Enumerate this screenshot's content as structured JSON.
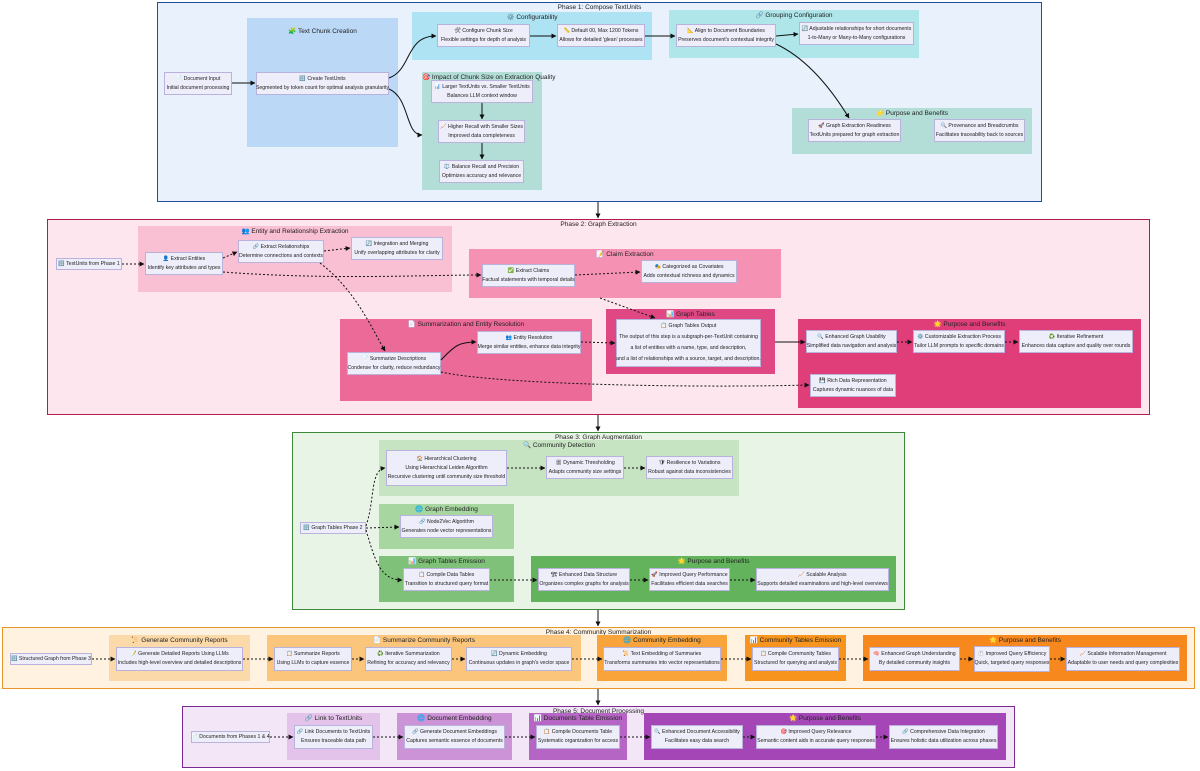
{
  "colors": {
    "phase1_bg": "#e8f1fc",
    "phase1_border": "#1f4e9a",
    "phase2_bg": "#fde6ee",
    "phase2_border": "#b01c4d",
    "phase3_bg": "#e8f4e6",
    "phase3_border": "#3f8a3a",
    "phase4_bg": "#fff2e0",
    "phase4_border": "#e8952a",
    "phase5_bg": "#f3e6f6",
    "phase5_border": "#7a2b91",
    "node_bg": "#eeedfa",
    "node_border": "#b8b2dc"
  },
  "phases": {
    "p1": "Phase 1: Compose TextUnits",
    "p2": "Phase 2: Graph Extraction",
    "p3": "Phase 3: Graph Augmentation",
    "p4": "Phase 4: Community Summarization",
    "p5": "Phase 5: Document Processing"
  },
  "subgroups": {
    "text_chunk": "🧩 Text Chunk Creation",
    "configurability": "⚙️ Configurability",
    "impact": "🎯 Impact of Chunk Size on Extraction Quality",
    "grouping": "🔗 Grouping Configuration",
    "p1_purpose": "🌟 Purpose and Benefits",
    "entity_rel": "👥 Entity and Relationship Extraction",
    "claim": "📝 Claim Extraction",
    "summ_res": "📄 Summarization and Entity Resolution",
    "graph_tables": "📊 Graph Tables",
    "p2_purpose": "🌟 Purpose and Benefits",
    "community_det": "🔍 Community Detection",
    "graph_emb": "🌐 Graph Embedding",
    "graph_tables_em": "📊 Graph Tables Emission",
    "p3_purpose": "🌟 Purpose and Benefits",
    "gen_reports": "📜 Generate Community Reports",
    "summ_reports": "📄 Summarize Community Reports",
    "comm_emb": "🌐 Community Embedding",
    "comm_tables": "📊 Community Tables Emission",
    "p4_purpose": "🌟 Purpose and Benefits",
    "link_tu": "🔗 Link to TextUnits",
    "doc_emb": "🌐 Document Embedding",
    "doc_tables": "📊 Documents Table Emission",
    "p5_purpose": "🌟 Purpose and Benefits"
  },
  "nodes": {
    "doc_input": [
      "📄 Document Input",
      "Initial document processing"
    ],
    "create_tu": [
      "🔢 Create TextUnits",
      "Segmented by token count for optimal analysis granularity"
    ],
    "cfg_chunk": [
      "🛠 Configure Chunk Size",
      "Flexible settings for depth of analysis"
    ],
    "default_tok": [
      "📏 Default 00, Max 1200 Tokens",
      "Allows for detailed 'glean' processes"
    ],
    "align_doc": [
      "📐 Align to Document Boundaries",
      "Preserves document's contextual integrity"
    ],
    "adj_rel": [
      "🔄 Adjustable relationships for short documents",
      "1-to-Many or Many-to-Many configurations"
    ],
    "larger_tu": [
      "📊 Larger TextUnits vs. Smaller TextUnits",
      "Balances LLM context window"
    ],
    "higher_recall": [
      "📈 Higher Recall with Smaller Sizes",
      "Improved data completeness"
    ],
    "balance": [
      "⚖️ Balance Recall and Precision",
      "Optimizes accuracy and relevance"
    ],
    "ge_ready": [
      "🚀 Graph Extraction Readiness",
      "TextUnits prepared for graph extraction"
    ],
    "provenance": [
      "🔍 Provenance and Breadcrumbs",
      "Facilitates traceability back to sources"
    ],
    "tu_p1": [
      "🔢 TextUnits from Phase 1"
    ],
    "extract_ent": [
      "👤 Extract Entities",
      "Identify key attributes and types"
    ],
    "extract_rel": [
      "🔗 Extract Relationships",
      "Determine connections and contexts"
    ],
    "integ": [
      "🔄 Integration and Merging",
      "Unify overlapping attributes for clarity"
    ],
    "extract_claims": [
      "✅ Extract Claims",
      "Factual statements with temporal details"
    ],
    "covariates": [
      "🎭 Categorized as Covariates",
      "Adds contextual richness and dynamics"
    ],
    "summ_desc": [
      "📄 Summarize Descriptions",
      "Condense for clarity, reduce redundancy"
    ],
    "entity_res": [
      "👥 Entity Resolution",
      "Merge similar entities, enhance data integrity"
    ],
    "gt_output": [
      "📋 Graph Tables Output",
      "The output of this step is a subgraph-per-TextUnit containing",
      "a list of entities with a name, type, and description,",
      "and a list of relationships with a source, target, and description."
    ],
    "enh_usability": [
      "🔍 Enhanced Graph Usability",
      "Simplified data navigation and analysis"
    ],
    "custom_ext": [
      "⚙️ Customizable Extraction Process",
      "Tailor LLM prompts to specific domains"
    ],
    "iter_ref": [
      "♻️ Iterative Refinement",
      "Enhances data capture and quality over rounds"
    ],
    "rich_data": [
      "💾 Rich Data Representation",
      "Captures dynamic nuances of data"
    ],
    "gt_p2": [
      "🔢 Graph Tables Phase 2"
    ],
    "hier_clust": [
      "🏠 Hierarchical Clustering",
      "Using Hierarchical Leiden Algorithm",
      "Recursive clustering until community size threshold"
    ],
    "dyn_thresh": [
      "🎚 Dynamic Thresholding",
      "Adapts community size settings"
    ],
    "resilience": [
      "🛡 Resilience to Variations",
      "Robust against data inconsistencies"
    ],
    "node2vec": [
      "🔗 Node2Vec Algorithm",
      "Generates node vector representations"
    ],
    "compile_dt": [
      "📋 Compile Data Tables",
      "Transition to structured query format"
    ],
    "enh_ds": [
      "🏗 Enhanced Data Structure",
      "Organizes complex graphs for analysis"
    ],
    "imp_qp": [
      "🚀 Improved Query Performance",
      "Facilitates efficient data searches"
    ],
    "scal_an": [
      "📈 Scalable Analysis",
      "Supports detailed examinations and high-level overviews"
    ],
    "sg_p3": [
      "🔢 Structured Graph from Phase 3"
    ],
    "gen_det": [
      "📝 Generate Detailed Reports Using LLMs",
      "Includes high-level overview and detailed descriptions"
    ],
    "summ_rep": [
      "📋 Summarize Reports",
      "Using LLMs to capture essence"
    ],
    "iter_summ": [
      "♻️ Iterative Summarization",
      "Refining for accuracy and relevancy"
    ],
    "dyn_emb": [
      "🔄 Dynamic Embedding",
      "Continuous updates in graph's vector space"
    ],
    "text_emb": [
      "📜 Text Embedding of Summaries",
      "Transforms summaries into vector representations"
    ],
    "comp_ct": [
      "📋 Compile Community Tables",
      "Structured for querying and analysis"
    ],
    "enh_gu": [
      "🧠 Enhanced Graph Understanding",
      "By detailed community insights"
    ],
    "imp_qe": [
      "⏱️ Improved Query Efficiency",
      "Quick, targeted query responses"
    ],
    "scal_im": [
      "📈 Scalable Information Management",
      "Adaptable to user needs and query complexities"
    ],
    "docs_p14": [
      "📄 Documents from Phases 1 & 4"
    ],
    "link_docs": [
      "🔗 Link Documents to TextUnits",
      "Ensures traceable data path"
    ],
    "gen_de": [
      "🔗 Generate Document Embeddings",
      "Captures semantic essence of documents"
    ],
    "comp_docs": [
      "📋 Compile Documents Table",
      "Systematic organization for access"
    ],
    "enh_da": [
      "🔍 Enhanced Document Accessibility",
      "Facilitates easy data search"
    ],
    "imp_qr": [
      "🎯 Improved Query Relevance",
      "Semantic content aids in accurate query responses"
    ],
    "comp_di": [
      "🔗 Comprehensive Data Integration",
      "Ensures holistic data utilization across phases"
    ]
  }
}
